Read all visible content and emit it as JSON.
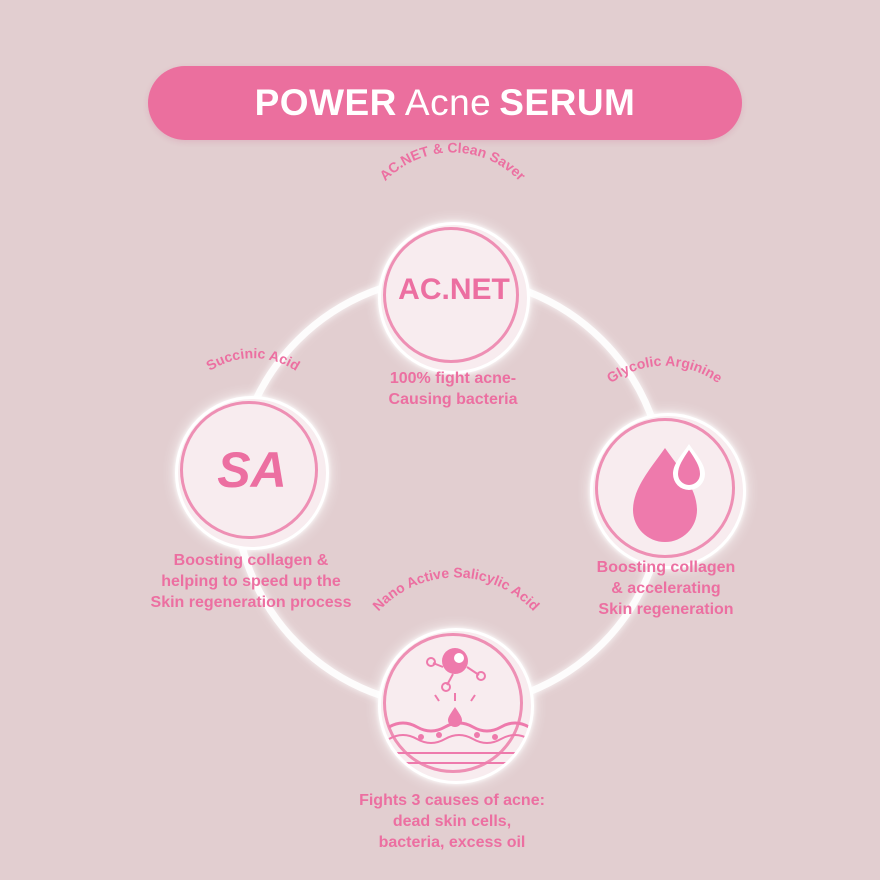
{
  "title": {
    "part1": "POWER",
    "part2": "Acne",
    "part3": "SERUM"
  },
  "colors": {
    "background": "#e2ced0",
    "accent": "#eb6f9e",
    "text": "#ec6fa1",
    "ring": "#ffffff"
  },
  "nodes": {
    "top": {
      "label": "AC.NET & Clean Saver",
      "badge": "AC.NET",
      "desc": [
        "100% fight acne-",
        "Causing bacteria"
      ]
    },
    "left": {
      "label": "Succinic Acid",
      "badge": "SA",
      "desc": [
        "Boosting collagen &",
        "helping to speed up the",
        "Skin regeneration process"
      ]
    },
    "right": {
      "label": "Glycolic Arginine",
      "icon": "water-drops-icon",
      "desc": [
        "Boosting collagen",
        "& accelerating",
        "Skin regeneration"
      ]
    },
    "bottom": {
      "label": "Nano Active Salicylic Acid",
      "icon": "skin-pore-molecule-icon",
      "desc": [
        "Fights 3 causes of acne:",
        "dead skin cells,",
        "bacteria, excess oil"
      ]
    }
  }
}
